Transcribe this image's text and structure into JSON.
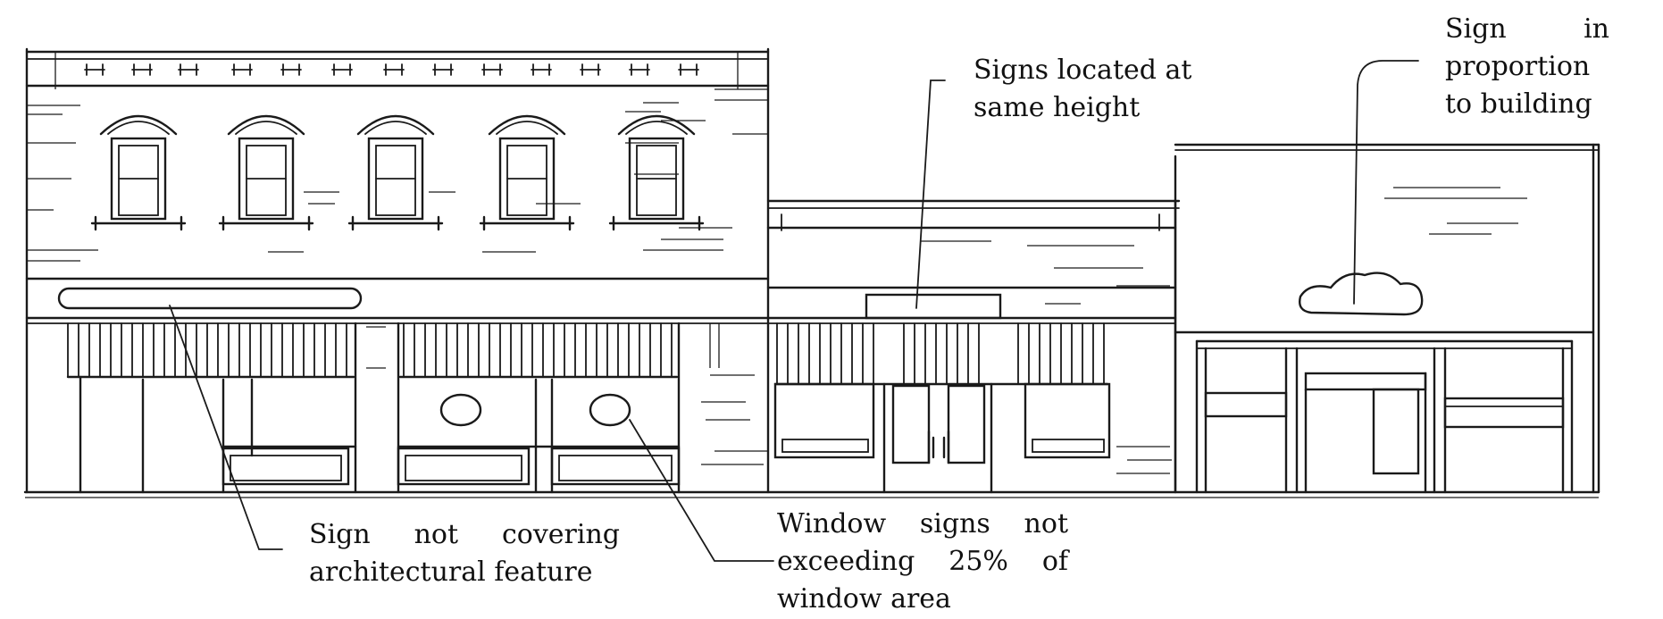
{
  "labels": {
    "same_height": [
      "Signs located at",
      "same height"
    ],
    "proportion": [
      "Sign in",
      "proportion",
      "to building"
    ],
    "not_covering": [
      "Sign not covering",
      "architectural feature"
    ],
    "window_signs": [
      "Window signs not",
      "exceeding 25% of",
      "window area"
    ]
  }
}
